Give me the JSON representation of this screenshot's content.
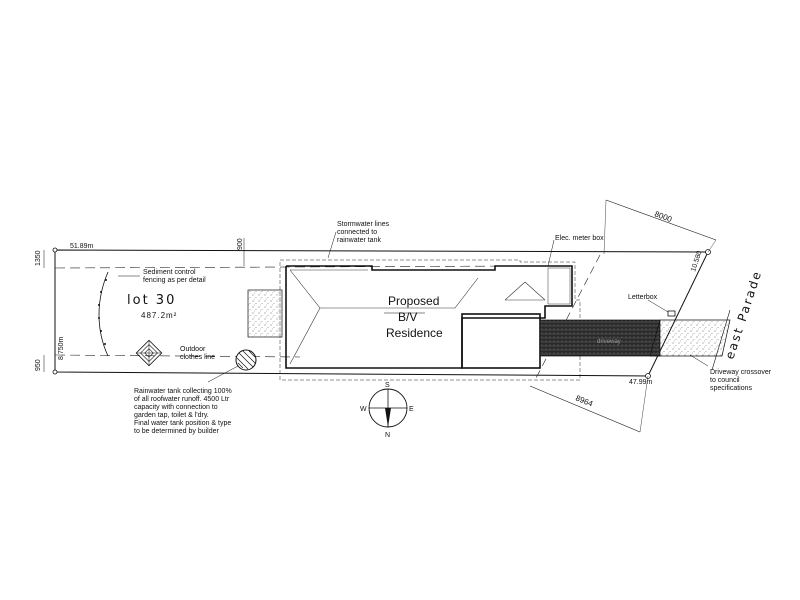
{
  "lot": {
    "name": "lot 30",
    "area": "487.2m²"
  },
  "residence": {
    "line1": "Proposed",
    "line2": "B/V",
    "line3": "Residence"
  },
  "dimensions": {
    "top_boundary": "51.89m",
    "bottom_boundary": "47.99m",
    "left_boundary": "8.750m",
    "right_boundary": "10.580",
    "setback_left_top": "1350",
    "setback_left_bottom": "950",
    "setback_900": "900",
    "front_8000": "8000",
    "front_8964": "8964"
  },
  "labels": {
    "stormwater_1": "Stormwater lines",
    "stormwater_2": "connected to",
    "stormwater_3": "rainwater tank",
    "elec_meter": "Elec. meter box",
    "sediment_1": "Sediment control",
    "sediment_2": "fencing as per detail",
    "clothes_1": "Outdoor",
    "clothes_2": "clothes line",
    "letterbox": "Letterbox",
    "driveway": "driveway",
    "crossover_1": "Driveway crossover",
    "crossover_2": "to council",
    "crossover_3": "specifications",
    "tank_1": "Rainwater tank collecting 100%",
    "tank_2": "of all roofwater runoff. 4500 Ltr",
    "tank_3": "capacity with connection to",
    "tank_4": "garden tap, toilet & l'dry.",
    "tank_5": "Final water tank position & type",
    "tank_6": "to be determined by builder"
  },
  "street": "east Parade",
  "compass": {
    "south": "S",
    "north": "N",
    "east": "E",
    "west": "W"
  }
}
